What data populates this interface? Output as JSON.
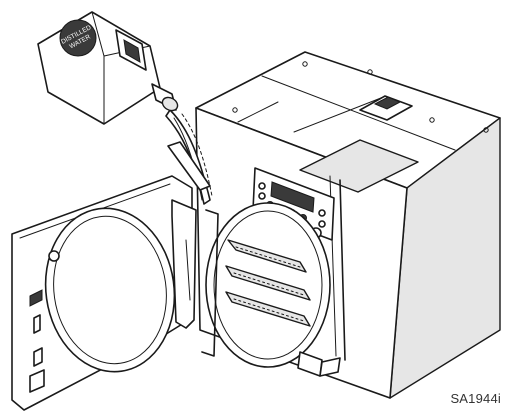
{
  "figure": {
    "code": "SA1944i"
  },
  "bottle": {
    "label_line1": "DISTILLED",
    "label_line2": "WATER"
  }
}
